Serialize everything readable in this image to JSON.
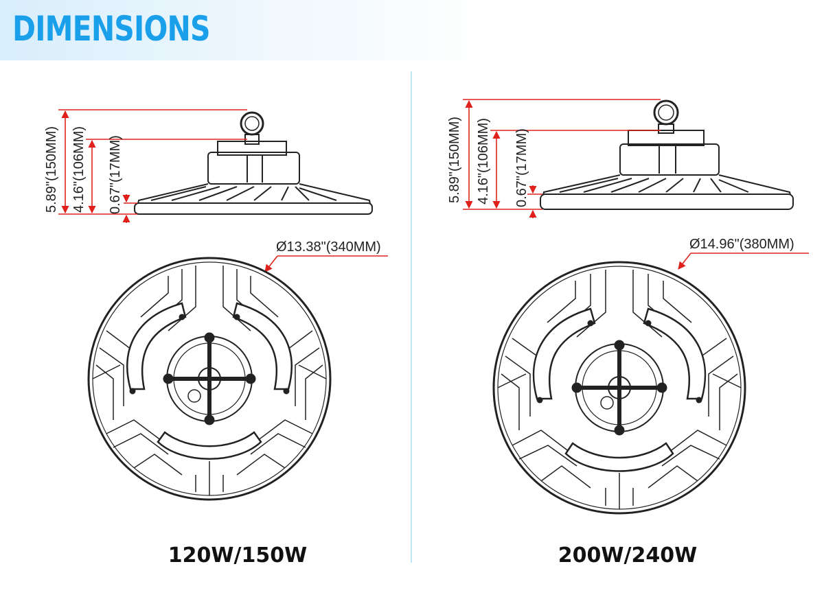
{
  "title": "DIMENSIONS",
  "colors": {
    "title": "#1aa0ea",
    "dimension_line": "#e0211b",
    "drawing": "#222222",
    "divider": "#bfe6f4"
  },
  "models": [
    {
      "label": "120W/150W",
      "overall_height": "5.89\"(150MM)",
      "body_height": "4.16\"(106MM)",
      "base_height": "0.67\"(17MM)",
      "diameter": "Ø13.38\"(340MM)"
    },
    {
      "label": "200W/240W",
      "overall_height": "5.89\"(150MM)",
      "body_height": "4.16\"(106MM)",
      "base_height": "0.67\"(17MM)",
      "diameter": "Ø14.96\"(380MM)"
    }
  ]
}
